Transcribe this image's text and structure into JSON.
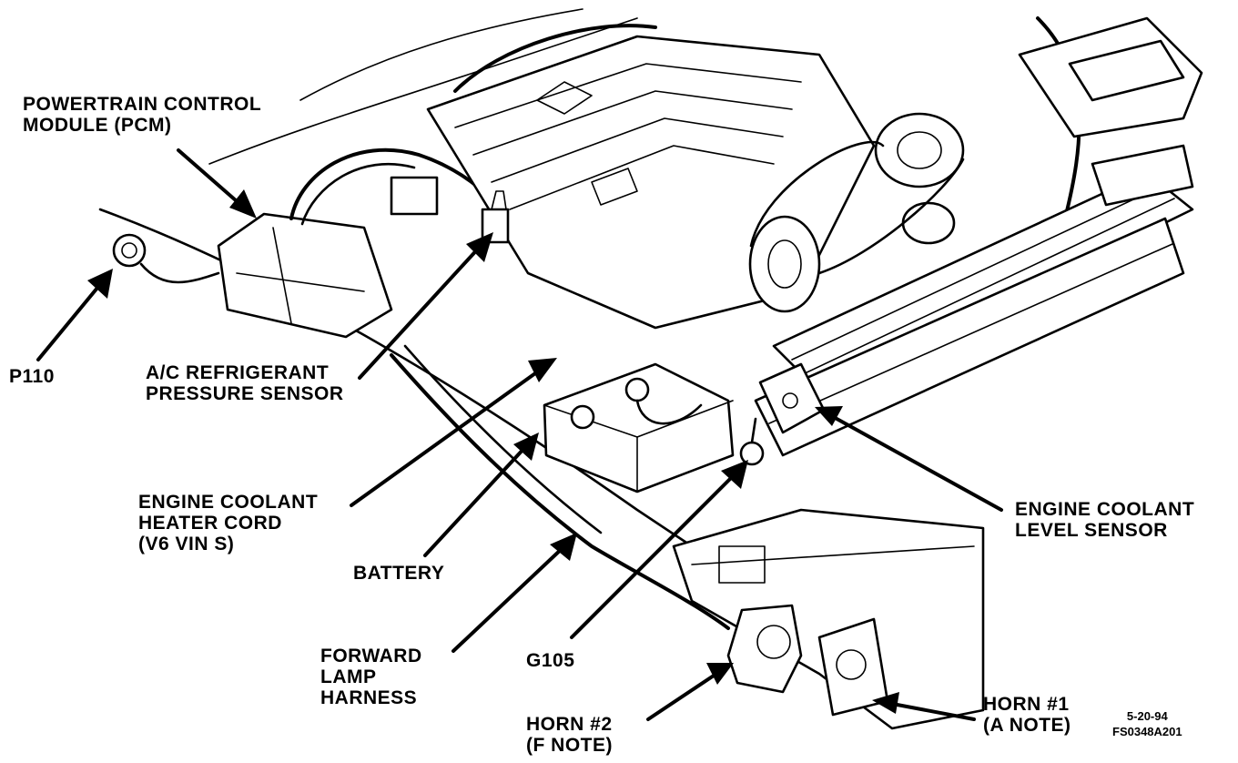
{
  "colors": {
    "ink": "#000000",
    "paper": "#ffffff"
  },
  "labels": {
    "pcm": [
      "POWERTRAIN CONTROL",
      "MODULE (PCM)"
    ],
    "p110": "P110",
    "ac_sensor": [
      "A/C REFRIGERANT",
      "PRESSURE SENSOR"
    ],
    "heater_cord": [
      "ENGINE COOLANT",
      "HEATER CORD",
      "(V6  VIN S)"
    ],
    "battery": "BATTERY",
    "forward_lamp": [
      "FORWARD",
      "LAMP",
      "HARNESS"
    ],
    "g105": "G105",
    "horn2": [
      "HORN #2",
      "(F NOTE)"
    ],
    "horn1": [
      "HORN #1",
      "(A NOTE)"
    ],
    "coolant_level": [
      "ENGINE COOLANT",
      "LEVEL SENSOR"
    ]
  },
  "figure_code": [
    "5-20-94",
    "FS0348A201"
  ]
}
